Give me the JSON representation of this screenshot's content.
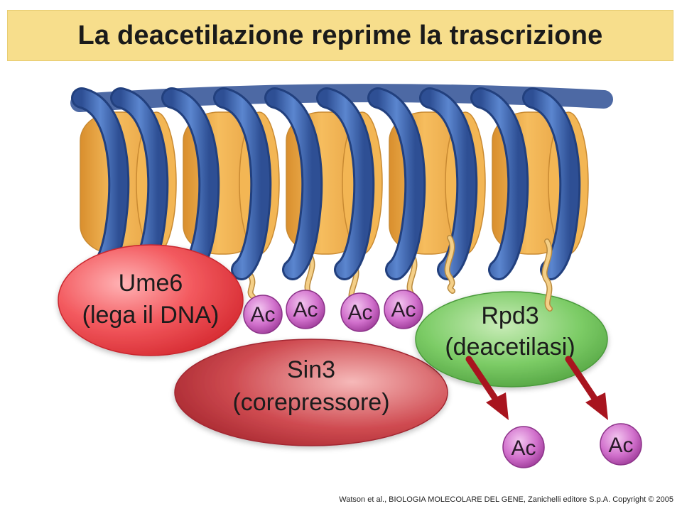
{
  "title": "La deacetilazione reprime la trascrizione",
  "proteins": {
    "ume6": {
      "name": "Ume6",
      "role": "(lega il DNA)"
    },
    "sin3": {
      "name": "Sin3",
      "role": "(corepressore)"
    },
    "rpd3": {
      "name": "Rpd3",
      "role": "(deacetilasi)"
    }
  },
  "acetyl_label": "Ac",
  "colors": {
    "title_background": "#f7de8c",
    "histone": "#f2b350",
    "dna": "#3f68b0",
    "ume6": "#ef4a4e",
    "sin3": "#c0353c",
    "rpd3": "#6bbf5a",
    "acetyl_group": "#c45bc0",
    "arrow": "#a8141e"
  },
  "credit": "Watson et al., BIOLOGIA MOLECOLARE DEL GENE, Zanichelli editore S.p.A. Copyright © 2005"
}
